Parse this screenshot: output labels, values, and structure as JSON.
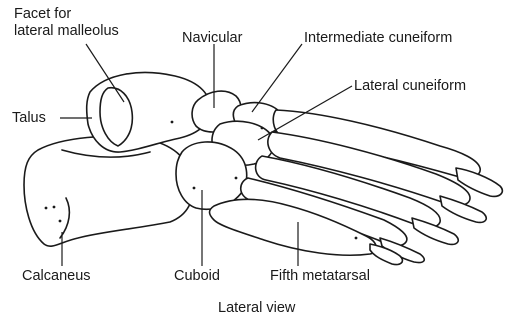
{
  "labels": {
    "facet": "Facet for\nlateral malleolus",
    "navicular": "Navicular",
    "intermediate_cuneiform": "Intermediate cuneiform",
    "lateral_cuneiform": "Lateral cuneiform",
    "talus": "Talus",
    "calcaneus": "Calcaneus",
    "cuboid": "Cuboid",
    "fifth_metatarsal": "Fifth metatarsal"
  },
  "caption": "Lateral view"
}
